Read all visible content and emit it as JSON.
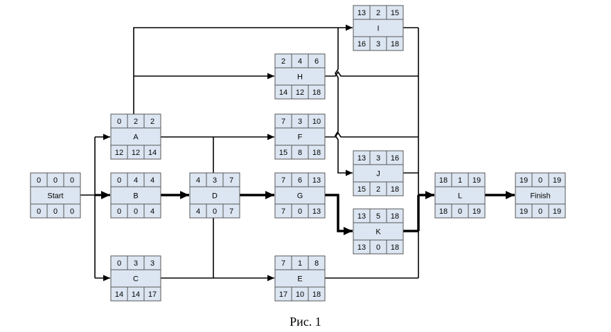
{
  "figure": {
    "caption": "Рис. 1",
    "node_fill": "#dce6f2",
    "line_color": "#000000"
  },
  "nodes": [
    {
      "id": "start",
      "name": "Start",
      "top": [
        "0",
        "0",
        "0"
      ],
      "bottom": [
        "0",
        "0",
        "0"
      ]
    },
    {
      "id": "a",
      "name": "A",
      "top": [
        "0",
        "2",
        "2"
      ],
      "bottom": [
        "12",
        "12",
        "14"
      ]
    },
    {
      "id": "b",
      "name": "B",
      "top": [
        "0",
        "4",
        "4"
      ],
      "bottom": [
        "0",
        "0",
        "4"
      ]
    },
    {
      "id": "c",
      "name": "C",
      "top": [
        "0",
        "3",
        "3"
      ],
      "bottom": [
        "14",
        "14",
        "17"
      ]
    },
    {
      "id": "d",
      "name": "D",
      "top": [
        "4",
        "3",
        "7"
      ],
      "bottom": [
        "4",
        "0",
        "7"
      ]
    },
    {
      "id": "i",
      "name": "I",
      "top": [
        "13",
        "2",
        "15"
      ],
      "bottom": [
        "16",
        "3",
        "18"
      ]
    },
    {
      "id": "h",
      "name": "H",
      "top": [
        "2",
        "4",
        "6"
      ],
      "bottom": [
        "14",
        "12",
        "18"
      ]
    },
    {
      "id": "f",
      "name": "F",
      "top": [
        "7",
        "3",
        "10"
      ],
      "bottom": [
        "15",
        "8",
        "18"
      ]
    },
    {
      "id": "g",
      "name": "G",
      "top": [
        "7",
        "6",
        "13"
      ],
      "bottom": [
        "7",
        "0",
        "13"
      ]
    },
    {
      "id": "e",
      "name": "E",
      "top": [
        "7",
        "1",
        "8"
      ],
      "bottom": [
        "17",
        "10",
        "18"
      ]
    },
    {
      "id": "j",
      "name": "J",
      "top": [
        "13",
        "3",
        "16"
      ],
      "bottom": [
        "15",
        "2",
        "18"
      ]
    },
    {
      "id": "k",
      "name": "K",
      "top": [
        "13",
        "5",
        "18"
      ],
      "bottom": [
        "13",
        "0",
        "18"
      ]
    },
    {
      "id": "l",
      "name": "L",
      "top": [
        "18",
        "1",
        "19"
      ],
      "bottom": [
        "18",
        "0",
        "19"
      ]
    },
    {
      "id": "finish",
      "name": "Finish",
      "top": [
        "19",
        "0",
        "19"
      ],
      "bottom": [
        "19",
        "0",
        "19"
      ]
    }
  ]
}
